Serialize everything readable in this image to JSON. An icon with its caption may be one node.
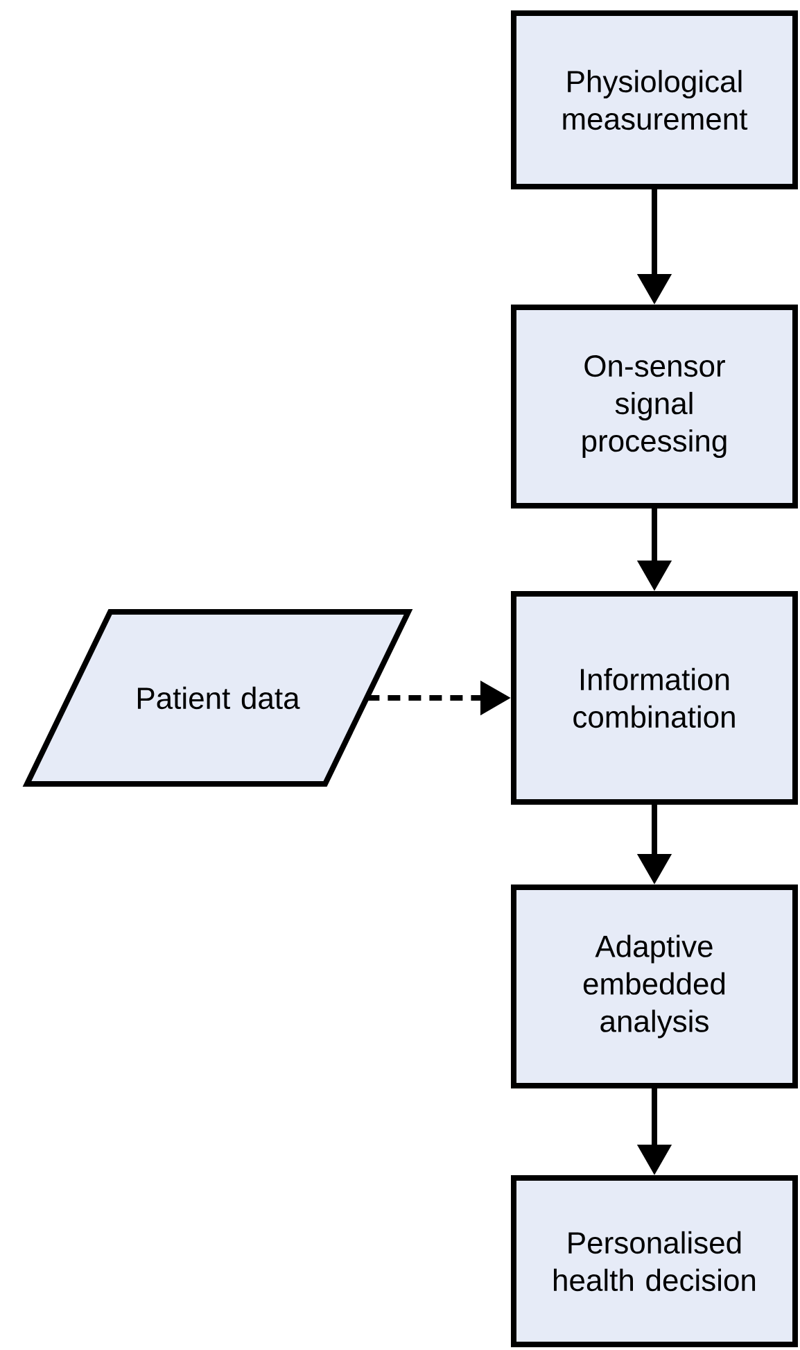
{
  "diagram": {
    "nodes": [
      {
        "text": [
          "Physiological measurement"
        ]
      },
      {
        "text": [
          "On-sensor signal processing"
        ]
      },
      {
        "text": [
          "Information combination"
        ]
      },
      {
        "text": [
          "Adaptive embedded analysis"
        ]
      },
      {
        "text": [
          "Personalised health decision"
        ]
      },
      {
        "text": [
          "Patient data"
        ]
      }
    ],
    "edges": [
      {
        "from": 0,
        "to": 1,
        "arrow": "to"
      },
      {
        "from": 1,
        "to": 2,
        "arrow": "to"
      },
      {
        "from": 5,
        "to": 2,
        "arrow": "to",
        "style": "dashed"
      },
      {
        "from": 2,
        "to": 3,
        "arrow": "to"
      },
      {
        "from": 3,
        "to": 4,
        "arrow": "to"
      }
    ]
  }
}
